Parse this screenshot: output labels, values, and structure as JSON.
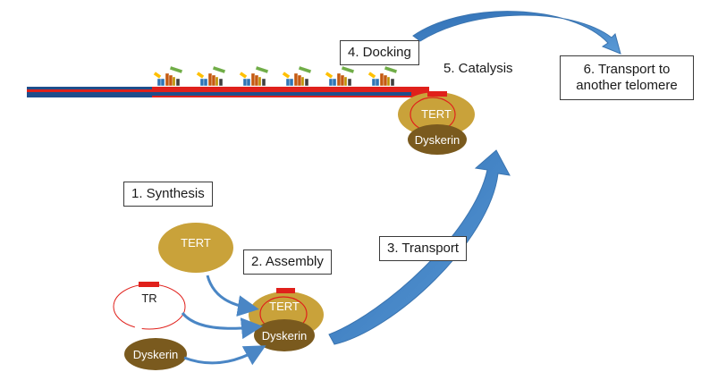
{
  "steps": {
    "synthesis": "1. Synthesis",
    "assembly": "2. Assembly",
    "transport": "3. Transport",
    "docking": "4. Docking",
    "catalysis": "5. Catalysis",
    "transport_telomere_line1": "6. Transport to",
    "transport_telomere_line2": "another telomere"
  },
  "molecules": {
    "tert": "TERT",
    "tr": "TR",
    "dyskerin": "Dyskerin"
  },
  "colors": {
    "dna_blue": "#1f4e8c",
    "telomere_red": "#e0201b",
    "tert_gold": "#c9a23a",
    "dyskerin_brown": "#7a5a1e",
    "arrow_blue": "#4a86c5"
  },
  "icons": [
    "shelterin-protein-icon"
  ]
}
